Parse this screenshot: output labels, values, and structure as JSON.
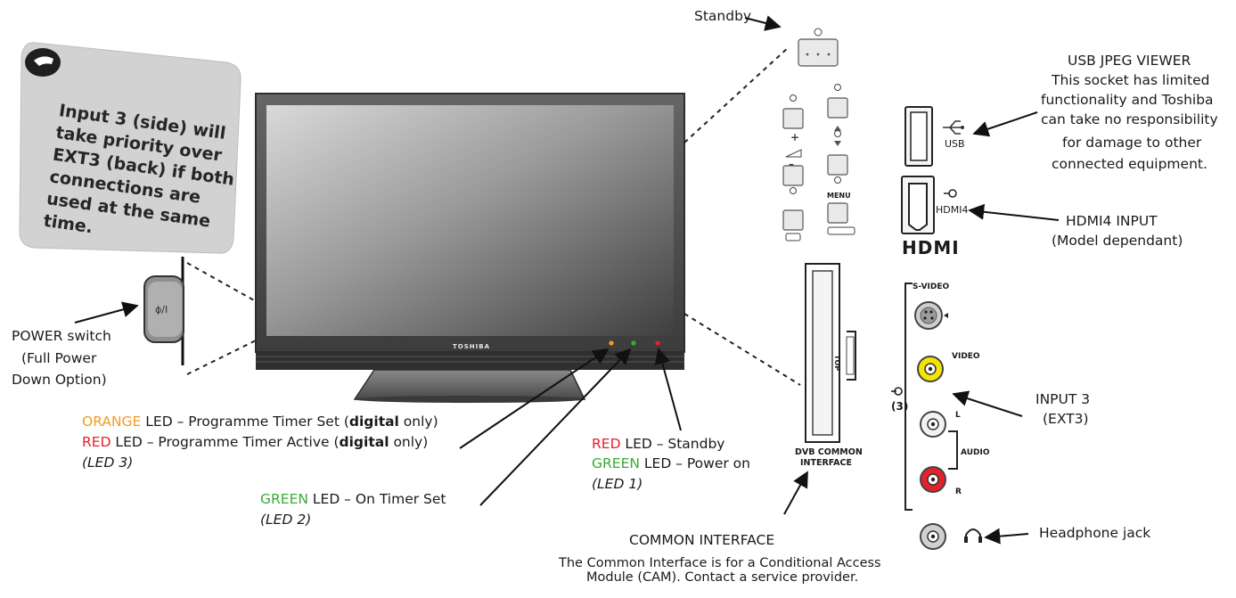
{
  "note": {
    "text": "Input 3 (side) will take priority over EXT3 (back) if both connections are used at the same time."
  },
  "labels": {
    "standby": "Standby",
    "usb_title": "USB JPEG VIEWER",
    "usb_desc": [
      "This socket has limited",
      "functionality and Toshiba",
      "can take no responsibility",
      "for damage to other",
      "connected equipment."
    ],
    "hdmi4_input": "HDMI4 INPUT",
    "hdmi4_model": "(Model dependant)",
    "power_switch": [
      "POWER switch",
      "(Full Power",
      "Down Option)"
    ],
    "input3": "INPUT 3",
    "input3_ext": "(EXT3)",
    "headphone": "Headphone jack",
    "common_interface": "COMMON INTERFACE",
    "common_interface_desc": [
      "The Common Interface is for a Conditional Access",
      "Module (CAM). Contact a service provider."
    ],
    "led3_orange_color": "ORANGE",
    "led3_orange_rest_a": " LED – Programme Timer Set (",
    "led3_orange_bold": "digital",
    "led3_orange_rest_b": " only)",
    "led3_red_color": "RED",
    "led3_red_rest_a": " LED – Programme Timer Active (",
    "led3_red_bold": "digital",
    "led3_red_rest_b": " only)",
    "led3_tag": "(LED 3)",
    "led2_green_color": "GREEN",
    "led2_rest": " LED – On  Timer Set",
    "led2_tag": "(LED 2)",
    "led1_red_color": "RED",
    "led1_red_rest": " LED – Standby",
    "led1_green_color": "GREEN",
    "led1_green_rest": " LED – Power on",
    "led1_tag": "(LED 1)"
  },
  "panel_text": {
    "usb": "USB",
    "hdmi4": "HDMI4",
    "hdmi_logo": "HDMI",
    "s_video": "S-VIDEO",
    "video": "VIDEO",
    "audio": "AUDIO",
    "left": "L",
    "right": "R",
    "input_number": "(3)",
    "dvb": [
      "DVB COMMON",
      "INTERFACE"
    ],
    "top": "TOP",
    "menu": "MENU",
    "power_button": "ɸ/I",
    "brand": "TOSHIBA"
  },
  "colors": {
    "orange": "#f29a1f",
    "red": "#e4222b",
    "green": "#3aaa35",
    "video_yellow": "#f3e600"
  }
}
